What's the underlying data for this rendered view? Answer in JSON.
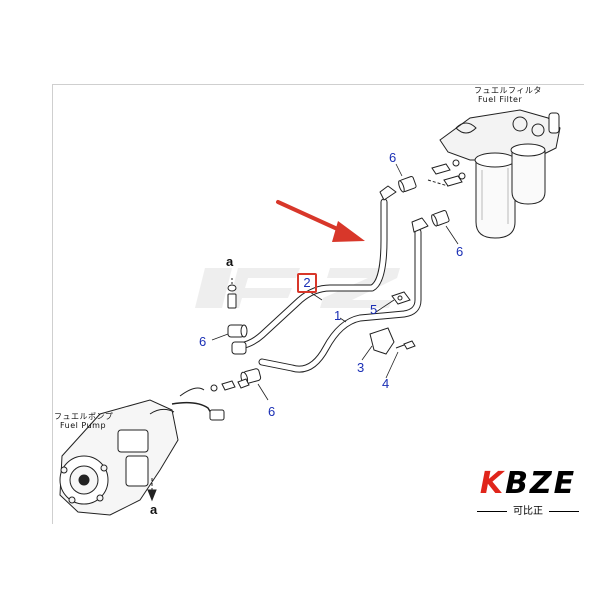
{
  "header": {
    "fuel_filter_jp": "フュエルフィルタ",
    "fuel_filter_en": "Fuel Filter",
    "fuel_pump_jp": "フュエルポンプ",
    "fuel_pump_en": "Fuel Pump"
  },
  "callouts": {
    "p1": "1",
    "p2": "2",
    "p3": "3",
    "p4": "4",
    "p5": "5",
    "p6_top": "6",
    "p6_right": "6",
    "p6_left": "6",
    "p6_bottom": "6",
    "a_top": "a",
    "a_bottom": "a"
  },
  "watermark": {
    "brand": "KBZE",
    "brand_k": "K",
    "brand_rest": "BZE",
    "brand_cn": "可比正"
  },
  "colors": {
    "arrow": "#d8372a",
    "callout_blue": "#1a2fb5",
    "highlight_box": "#d8372a",
    "brand_red": "#e0251b"
  },
  "icons": [
    "pointer-arrow-icon"
  ]
}
